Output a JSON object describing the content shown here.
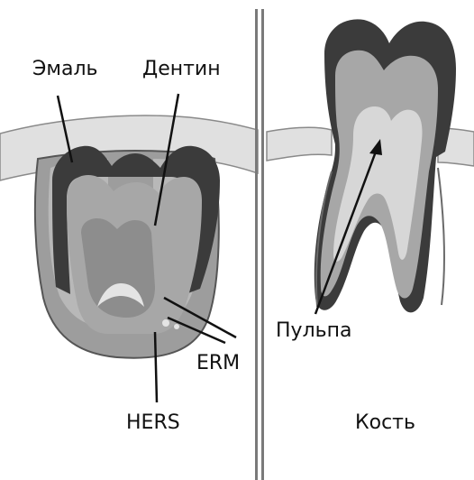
{
  "labels": {
    "enamel": "Эмаль",
    "dentin": "Дентин",
    "erm": "ERM",
    "hers": "HERS",
    "pulp": "Пульпа",
    "bone": "Кость"
  },
  "colors": {
    "background": "#ffffff",
    "gum": "#e0e0e0",
    "gum_outline": "#8a8a8a",
    "follicle": "#9d9d9d",
    "enamel": "#3b3b3b",
    "dentin": "#a7a7a7",
    "pulp": "#d7d7d7",
    "pulp_core": "#8d8d8d",
    "line": "#111111",
    "divider": "#7a7a7a"
  }
}
